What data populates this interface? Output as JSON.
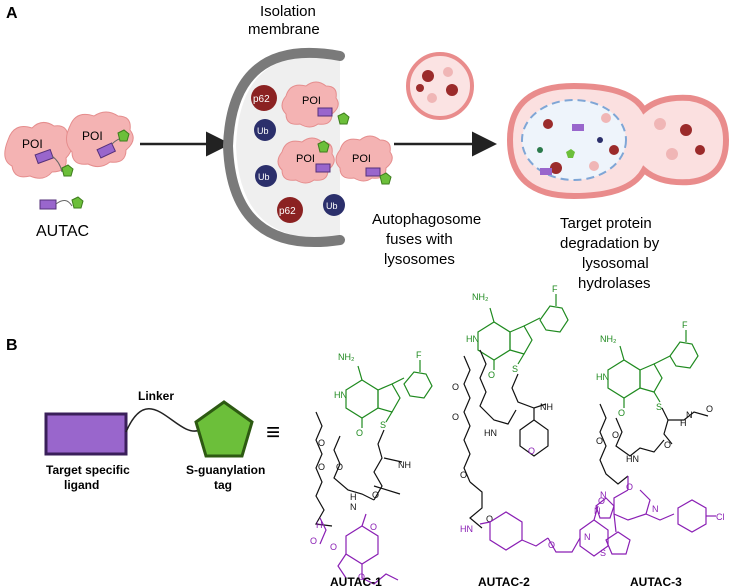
{
  "panel_a": {
    "letter": "A",
    "isolation_membrane": [
      "Isolation",
      "membrane"
    ],
    "autac_label": "AUTAC",
    "poi": "POI",
    "p62": "p62",
    "ub": "Ub",
    "fuse_text": [
      "Autophagosome",
      "fuses with",
      "lysosomes"
    ],
    "degrade_text": [
      "Target protein",
      "degradation by",
      "lysosomal",
      "hydrolases"
    ]
  },
  "panel_b": {
    "letter": "B",
    "linker": "Linker",
    "ligand_label": [
      "Target specific",
      "ligand"
    ],
    "tag_label": [
      "S-guanylation",
      "tag"
    ],
    "equiv": "≡",
    "compounds": [
      "AUTAC-1",
      "AUTAC-2",
      "AUTAC-3"
    ],
    "atoms": {
      "nh2": "NH₂",
      "hn": "HN",
      "nh": "NH",
      "h": "H",
      "n": "N",
      "o": "O",
      "s": "S",
      "f": "F",
      "cl": "Cl"
    }
  },
  "colors": {
    "ligand": "#9966cc",
    "tag": "#6cbf3a",
    "protein": "#f4b3b3",
    "p62": "#8b2222",
    "ub": "#2b2f6b",
    "membrane": "#777777",
    "lysosome": "#e98c8c",
    "green_struct": "#1f8a1f",
    "purple_struct": "#8a1fb4"
  }
}
